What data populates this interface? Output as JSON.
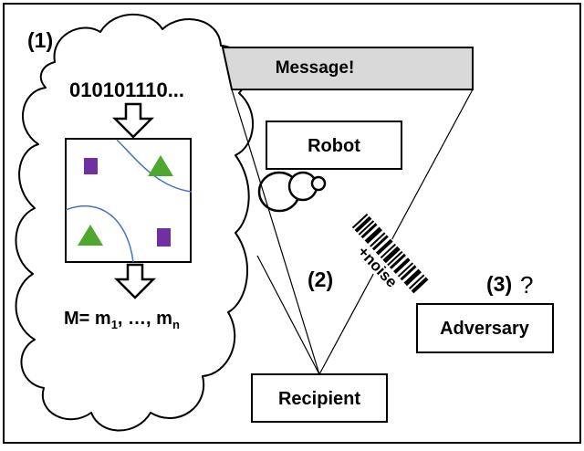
{
  "labels": {
    "step1": "(1)",
    "step2": "(2)",
    "step3": "(3)",
    "question_mark": "?",
    "bits": "010101110...",
    "message_formula_prefix": "M= m",
    "message_formula_sub1": "1",
    "message_formula_mid": ", …, m",
    "message_formula_subn": "n",
    "message_banner": "Message!",
    "robot": "Robot",
    "recipient": "Recipient",
    "adversary": "Adversary",
    "noise": "+noise"
  },
  "colors": {
    "square": "#7030a0",
    "triangle": "#4ea72e",
    "curve": "#4472c4",
    "banner_fill": "#d9d9d9",
    "stroke": "#000000"
  },
  "icons": {
    "arrow": "down-arrow-icon",
    "barcode": "barcode-icon",
    "square": "square-icon",
    "triangle": "triangle-icon"
  }
}
